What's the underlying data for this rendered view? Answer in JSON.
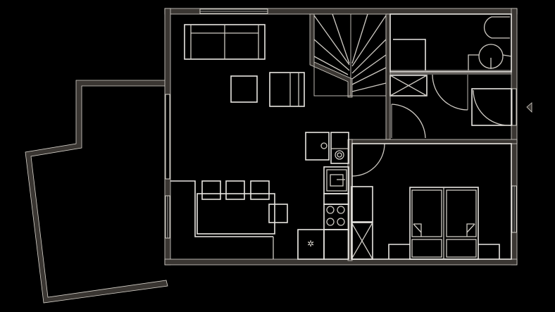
{
  "diagram": {
    "type": "floor-plan",
    "background": "#000000",
    "wall_color": "#3a3632",
    "line_color": "#cfcbc4",
    "rooms": [
      {
        "name": "living-room",
        "furniture": [
          "sofa",
          "armchair",
          "side-table"
        ]
      },
      {
        "name": "terrace"
      },
      {
        "name": "dining-area",
        "furniture": [
          "dining-table",
          "chair",
          "chair",
          "chair",
          "chair"
        ]
      },
      {
        "name": "kitchen",
        "furniture": [
          "fridge",
          "sink",
          "cooktop",
          "dishwasher",
          "washing-machine"
        ]
      },
      {
        "name": "staircase"
      },
      {
        "name": "bathroom",
        "furniture": [
          "toilet",
          "washbasin",
          "shower"
        ]
      },
      {
        "name": "hallway"
      },
      {
        "name": "bedroom",
        "furniture": [
          "double-bed",
          "nightstand",
          "nightstand"
        ]
      }
    ],
    "north_marker": "triangle-left"
  }
}
